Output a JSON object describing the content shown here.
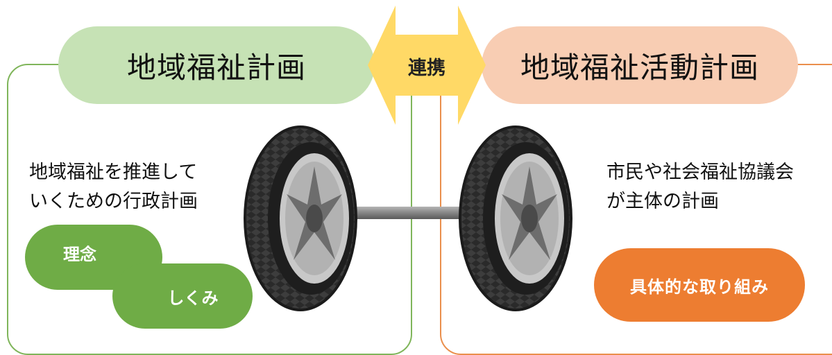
{
  "left": {
    "title": "地域福祉計画",
    "description_line1": "地域福祉を推進して",
    "description_line2": "いくための行政計画",
    "items": [
      "理念",
      "しくみ"
    ],
    "frame_color": "#7fb55a",
    "title_bg": "#c6e2b5",
    "item_bg": "#6fac46"
  },
  "arrow": {
    "label": "連携",
    "color": "#ffd966"
  },
  "right": {
    "title": "地域福祉活動計画",
    "description_line1": "市民や社会福祉協議会",
    "description_line2": "が主体の計画",
    "item": "具体的な取り組み",
    "frame_color": "#ea8f4c",
    "title_bg": "#f8cdb3",
    "item_bg": "#ed7d31"
  }
}
